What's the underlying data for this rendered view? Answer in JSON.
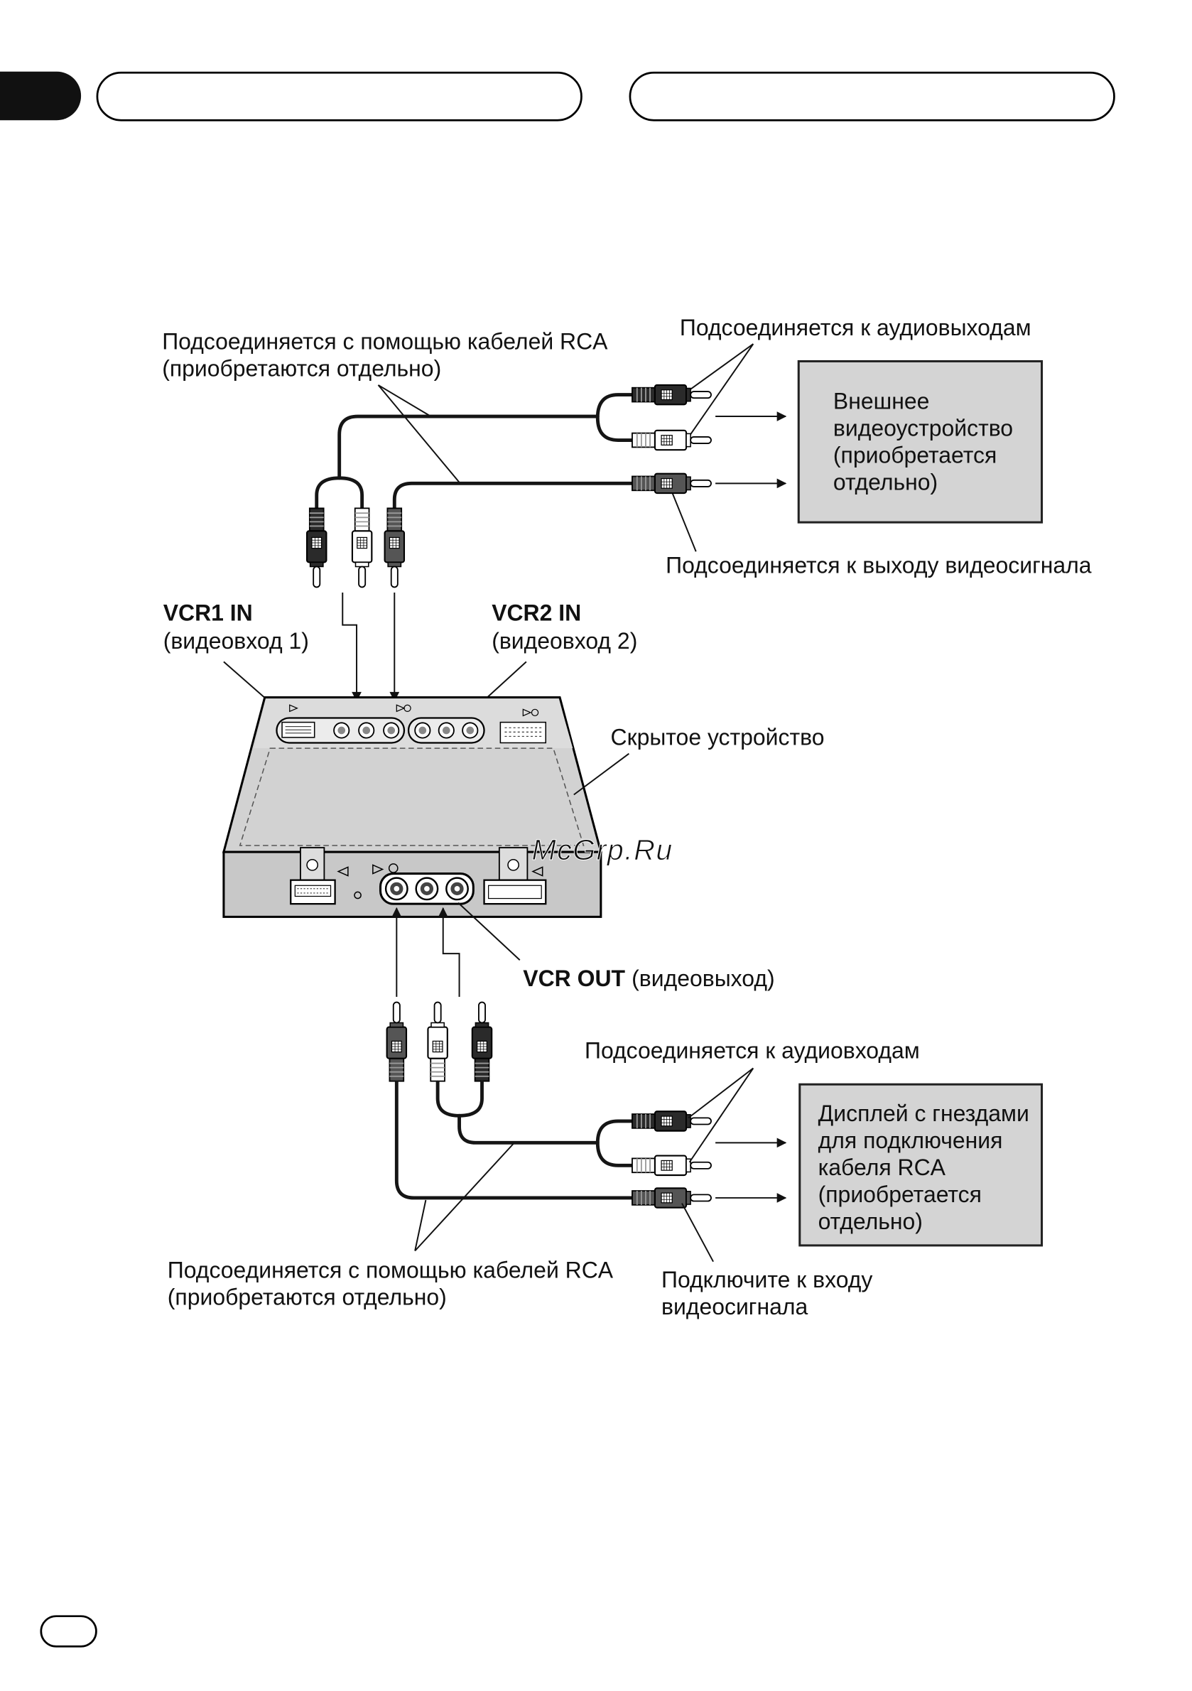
{
  "diagram": {
    "rca_cables_top": {
      "line1": "Подсоединяется с помощью кабелей RCA",
      "line2": "(приобретаются отдельно)"
    },
    "audio_outputs_label": "Подсоединяется к аудиовыходам",
    "external_video_device": {
      "lines": [
        "Внешнее",
        "видеоустройство",
        "(приобретается",
        "отдельно)"
      ]
    },
    "video_output_label": "Подсоединяется к выходу видеосигнала",
    "vcr1_in": {
      "title": "VCR1 IN",
      "subtitle": "(видеовход 1)"
    },
    "vcr2_in": {
      "title": "VCR2 IN",
      "subtitle": "(видеовход 2)"
    },
    "hidden_unit_label": "Скрытое устройство",
    "vcr_out": {
      "title": "VCR OUT",
      "subtitle": "(видеовыход)"
    },
    "audio_inputs_label": "Подсоединяется к аудиовходам",
    "display": {
      "lines": [
        "Дисплей с гнездами",
        "для подключения",
        "кабеля RCA",
        "(приобретается",
        "отдельно)"
      ]
    },
    "rca_cables_bottom": {
      "line1": "Подсоединяется с помощью кабелей RCA",
      "line2": "(приобретаются отдельно)"
    },
    "video_input_label": {
      "line1": "Подключите к входу",
      "line2": "видеосигнала"
    }
  },
  "watermark": "McGrp.Ru",
  "colors": {
    "plug_audio_dark": "#2a2a2a",
    "plug_audio_white": "#ffffff",
    "plug_video": "#555555",
    "device_box": "#d4d4d4",
    "unit_top": "#d2d2d2",
    "unit_front": "#c8c8c8",
    "watermark": "#d8232a"
  }
}
